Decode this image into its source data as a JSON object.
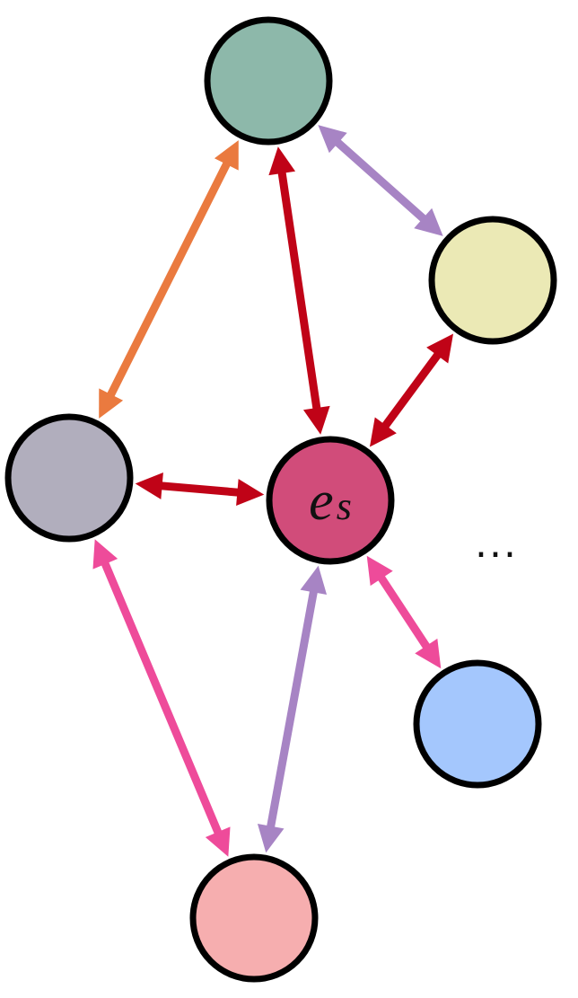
{
  "diagram": {
    "center_label_main": "e",
    "center_label_sub": "s",
    "ellipsis": "...",
    "nodes": [
      {
        "id": "top",
        "name": "node-top",
        "fill": "#8db8aa"
      },
      {
        "id": "upper-right",
        "name": "node-upper-right",
        "fill": "#ebe9b5"
      },
      {
        "id": "left",
        "name": "node-left",
        "fill": "#b1aebd"
      },
      {
        "id": "center",
        "name": "node-center-es",
        "fill": "#d14c7a"
      },
      {
        "id": "lower-right",
        "name": "node-lower-right",
        "fill": "#a4c7fd"
      },
      {
        "id": "bottom",
        "name": "node-bottom",
        "fill": "#f6aeaf"
      }
    ],
    "edges": [
      {
        "name": "edge-left-top",
        "from": "left",
        "to": "top",
        "color": "#ea7a3f"
      },
      {
        "name": "edge-top-center",
        "from": "top",
        "to": "center",
        "color": "#c00317"
      },
      {
        "name": "edge-top-upper-right",
        "from": "top",
        "to": "upper-right",
        "color": "#a784c4"
      },
      {
        "name": "edge-upper-right-center",
        "from": "upper-right",
        "to": "center",
        "color": "#c00317"
      },
      {
        "name": "edge-left-center",
        "from": "left",
        "to": "center",
        "color": "#c00317"
      },
      {
        "name": "edge-left-bottom",
        "from": "left",
        "to": "bottom",
        "color": "#ee4b9a"
      },
      {
        "name": "edge-center-bottom",
        "from": "center",
        "to": "bottom",
        "color": "#a784c4"
      },
      {
        "name": "edge-center-lower-right",
        "from": "center",
        "to": "lower-right",
        "color": "#ee4b9a"
      }
    ]
  }
}
